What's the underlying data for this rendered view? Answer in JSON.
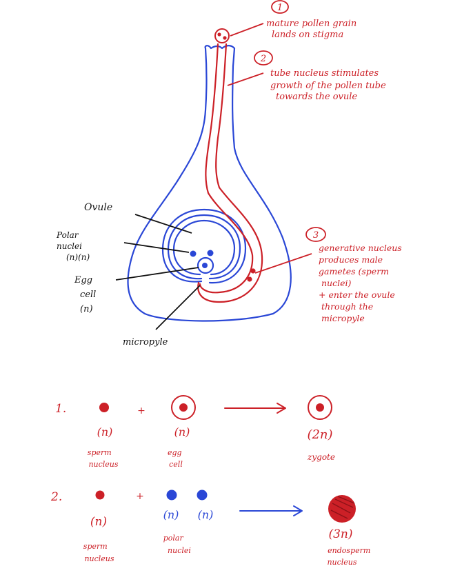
{
  "colors": {
    "red": "#cc2027",
    "blue": "#2a47d6",
    "black": "#111111"
  },
  "steps": {
    "s1": {
      "num": "1",
      "lines": [
        "mature pollen grain",
        "lands on stigma"
      ]
    },
    "s2": {
      "num": "2",
      "lines": [
        "tube nucleus stimulates",
        "growth of the pollen tube",
        "towards the ovule"
      ]
    },
    "s3": {
      "num": "3",
      "lines": [
        "generative nucleus",
        "produces male",
        "gametes (sperm",
        "nuclei)",
        "+ enter the ovule",
        "through the",
        "micropyle"
      ]
    }
  },
  "labels": {
    "ovule": "Ovule",
    "polar": [
      "Polar",
      "nuclei",
      "(n)(n)"
    ],
    "egg": [
      "Egg",
      "cell",
      "(n)"
    ],
    "micropyle": "micropyle"
  },
  "eq1": {
    "num": "1.",
    "plus": "+",
    "sperm": {
      "ploidy": "(n)",
      "label": [
        "sperm",
        "nucleus"
      ]
    },
    "egg": {
      "ploidy": "(n)",
      "label": [
        "egg",
        "cell"
      ]
    },
    "zygote": {
      "ploidy": "(2n)",
      "label": [
        "zygote"
      ]
    }
  },
  "eq2": {
    "num": "2.",
    "plus": "+",
    "sperm": {
      "ploidy": "(n)",
      "label": [
        "sperm",
        "nucleus"
      ]
    },
    "polar": {
      "ploidy1": "(n)",
      "ploidy2": "(n)",
      "label": [
        "polar",
        "nuclei"
      ]
    },
    "endosperm": {
      "ploidy": "(3n)",
      "label": [
        "endosperm",
        "nucleus"
      ]
    }
  }
}
